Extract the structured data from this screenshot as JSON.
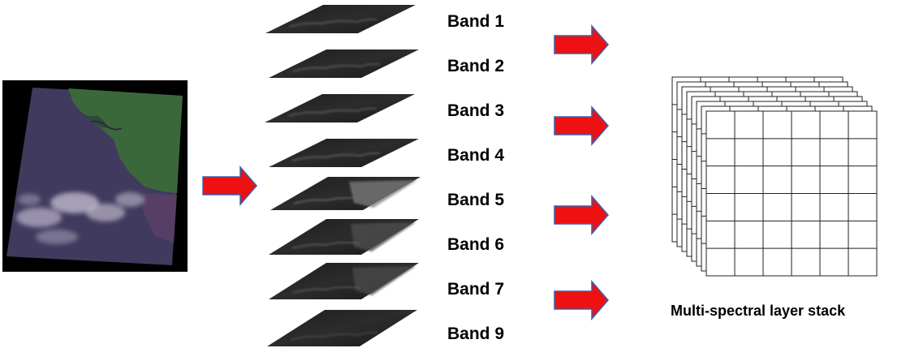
{
  "bands": [
    {
      "label": "Band 1"
    },
    {
      "label": "Band 2"
    },
    {
      "label": "Band 3"
    },
    {
      "label": "Band 4"
    },
    {
      "label": "Band 5"
    },
    {
      "label": "Band 6"
    },
    {
      "label": "Band 7"
    },
    {
      "label": "Band 9"
    }
  ],
  "stack_caption": "Multi-spectral layer stack",
  "stack_grid": {
    "columns": 6,
    "rows": 6,
    "layers": 8
  },
  "colors": {
    "arrow_fill": "#ee1111",
    "arrow_stroke": "#3b5fae",
    "band_fill": "#262626",
    "image_background": "#000000",
    "land": "#3c6a3c",
    "water": "#3f3a5e"
  }
}
